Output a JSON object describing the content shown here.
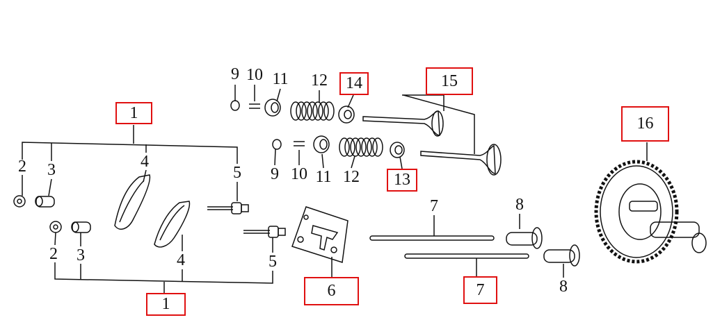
{
  "diagram": {
    "type": "exploded-parts-diagram",
    "highlight_color": "#e01010",
    "line_color": "#111111",
    "labels": [
      {
        "text": "1",
        "boxed": true
      },
      {
        "text": "2",
        "boxed": false
      },
      {
        "text": "3",
        "boxed": false
      },
      {
        "text": "4",
        "boxed": false
      },
      {
        "text": "5",
        "boxed": false
      },
      {
        "text": "2",
        "boxed": false
      },
      {
        "text": "3",
        "boxed": false
      },
      {
        "text": "4",
        "boxed": false
      },
      {
        "text": "5",
        "boxed": false
      },
      {
        "text": "1",
        "boxed": true
      },
      {
        "text": "9",
        "boxed": false
      },
      {
        "text": "10",
        "boxed": false
      },
      {
        "text": "11",
        "boxed": false
      },
      {
        "text": "12",
        "boxed": false
      },
      {
        "text": "14",
        "boxed": true
      },
      {
        "text": "15",
        "boxed": true
      },
      {
        "text": "9",
        "boxed": false
      },
      {
        "text": "10",
        "boxed": false
      },
      {
        "text": "11",
        "boxed": false
      },
      {
        "text": "12",
        "boxed": false
      },
      {
        "text": "13",
        "boxed": true
      },
      {
        "text": "6",
        "boxed": true
      },
      {
        "text": "7",
        "boxed": false
      },
      {
        "text": "7",
        "boxed": true
      },
      {
        "text": "8",
        "boxed": false
      },
      {
        "text": "8",
        "boxed": false
      },
      {
        "text": "16",
        "boxed": true
      }
    ]
  }
}
